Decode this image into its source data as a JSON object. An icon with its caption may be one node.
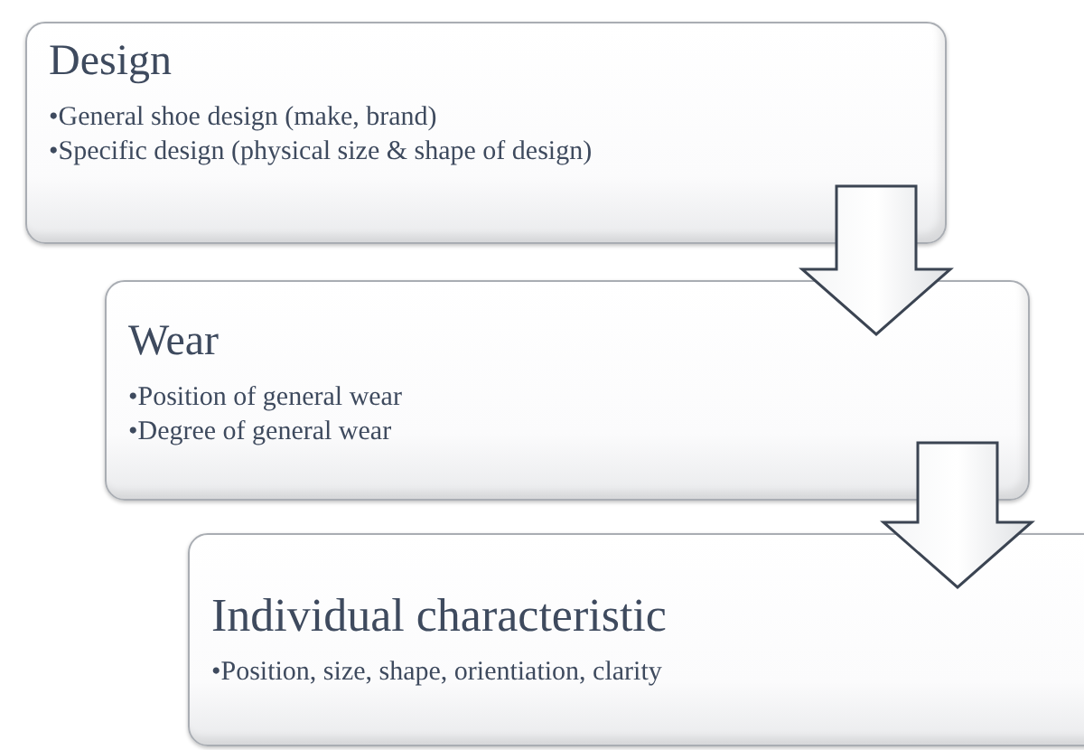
{
  "diagram": {
    "nodes": [
      {
        "text": [
          "Design",
          "•General shoe design (make, brand)",
          "•Specific design (physical size & shape of design)"
        ]
      },
      {
        "text": [
          "Wear",
          "•Position of general wear",
          "•Degree of general wear"
        ]
      },
      {
        "text": [
          "Individual characteristic",
          "•Position, size, shape, orientiation, clarity"
        ]
      }
    ],
    "edges": [
      {
        "from": 0,
        "to": 1,
        "arrow": "to"
      },
      {
        "from": 1,
        "to": 2,
        "arrow": "to"
      }
    ]
  }
}
